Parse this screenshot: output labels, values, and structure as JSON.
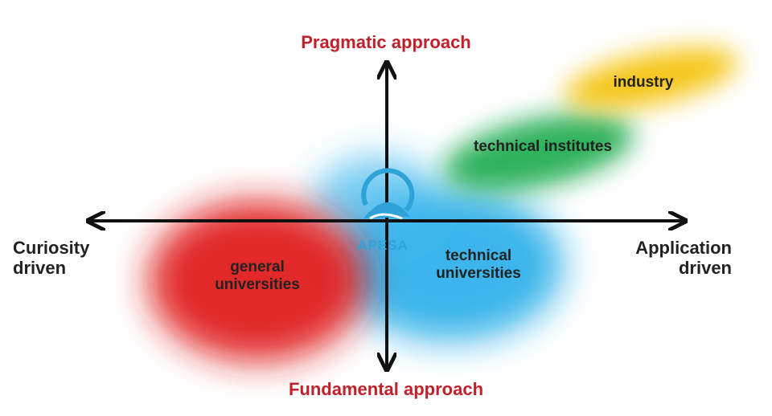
{
  "axes": {
    "top": "Pragmatic approach",
    "bottom": "Fundamental approach",
    "left": [
      "Curiosity",
      "driven"
    ],
    "right": [
      "Application",
      "driven"
    ]
  },
  "regions": {
    "industry": {
      "label": [
        "industry"
      ],
      "color": "#f2c200"
    },
    "technical_institutes": {
      "label": [
        "technical institutes"
      ],
      "color": "#1aaa4a"
    },
    "technical_universities": {
      "label": [
        "technical",
        "universities"
      ],
      "color": "#1ea6e6"
    },
    "general_universities": {
      "label": [
        "general",
        "universities"
      ],
      "color": "#e01a1f"
    }
  },
  "logo": {
    "text": "APESA",
    "color": "#2fa3d8"
  },
  "colors": {
    "axis": "#111111",
    "axis_title": "#c0202a"
  }
}
